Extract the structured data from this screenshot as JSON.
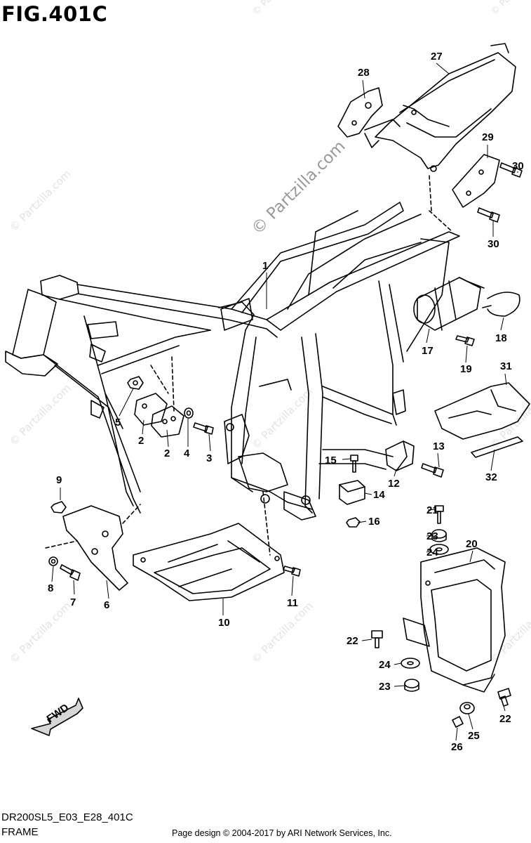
{
  "figure": {
    "title": "FIG.401C",
    "model_code": "DR200SL5_E03_E28_401C",
    "section_name": "FRAME",
    "page_design": "Page design © 2004-2017 by ARI Network Services, Inc."
  },
  "watermark": {
    "main": "© Partzilla.com",
    "repeat": "© Partzilla.com"
  },
  "direction_marker": {
    "label": "FWD"
  },
  "callouts": [
    {
      "id": "c1",
      "label": "1"
    },
    {
      "id": "c2a",
      "label": "2"
    },
    {
      "id": "c2b",
      "label": "2"
    },
    {
      "id": "c3",
      "label": "3"
    },
    {
      "id": "c4",
      "label": "4"
    },
    {
      "id": "c5",
      "label": "5"
    },
    {
      "id": "c6",
      "label": "6"
    },
    {
      "id": "c7",
      "label": "7"
    },
    {
      "id": "c8",
      "label": "8"
    },
    {
      "id": "c9",
      "label": "9"
    },
    {
      "id": "c10",
      "label": "10"
    },
    {
      "id": "c11",
      "label": "11"
    },
    {
      "id": "c12",
      "label": "12"
    },
    {
      "id": "c13",
      "label": "13"
    },
    {
      "id": "c14",
      "label": "14"
    },
    {
      "id": "c15",
      "label": "15"
    },
    {
      "id": "c16",
      "label": "16"
    },
    {
      "id": "c17",
      "label": "17"
    },
    {
      "id": "c18",
      "label": "18"
    },
    {
      "id": "c19",
      "label": "19"
    },
    {
      "id": "c20",
      "label": "20"
    },
    {
      "id": "c21",
      "label": "21"
    },
    {
      "id": "c22a",
      "label": "22"
    },
    {
      "id": "c22b",
      "label": "22"
    },
    {
      "id": "c23a",
      "label": "23"
    },
    {
      "id": "c23b",
      "label": "23"
    },
    {
      "id": "c24a",
      "label": "24"
    },
    {
      "id": "c24b",
      "label": "24"
    },
    {
      "id": "c25",
      "label": "25"
    },
    {
      "id": "c26",
      "label": "26"
    },
    {
      "id": "c27",
      "label": "27"
    },
    {
      "id": "c28",
      "label": "28"
    },
    {
      "id": "c29",
      "label": "29"
    },
    {
      "id": "c30a",
      "label": "30"
    },
    {
      "id": "c30b",
      "label": "30"
    },
    {
      "id": "c31",
      "label": "31"
    },
    {
      "id": "c32",
      "label": "32"
    }
  ]
}
